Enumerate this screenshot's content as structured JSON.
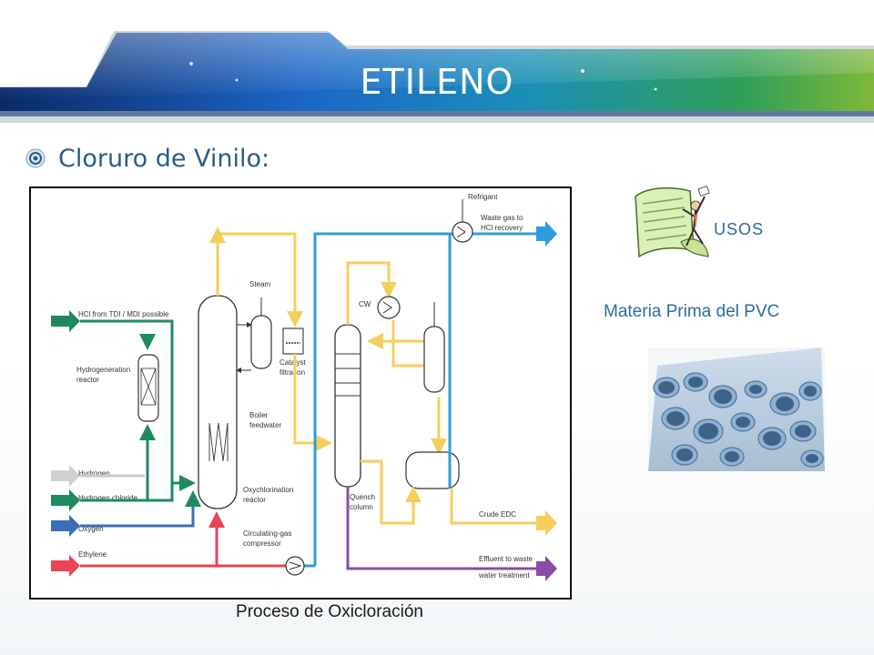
{
  "slide": {
    "title": "ETILENO",
    "bullet": "Cloruro de Vinilo:",
    "caption": "Proceso de Oxicloración",
    "usos_label": "USOS",
    "materia_label": "Materia Prima del PVC"
  },
  "diagram": {
    "inputs": {
      "hcl_tdi": "HCl from TDI / MDI possible",
      "hydrogen": "Hydrogen",
      "hydrogen_chloride": "Hydrogen chloride",
      "oxygen": "Oxygen",
      "ethylene": "Ethylene"
    },
    "units": {
      "hydrogeneration_1": "Hydrogeneration",
      "hydrogeneration_2": "reactor",
      "steam": "Steam",
      "catalyst_1": "Catalyst",
      "catalyst_2": "filtration",
      "boiler_1": "Boiler",
      "boiler_2": "feedwater",
      "oxy_1": "Oxychlorination",
      "oxy_2": "reactor",
      "circ_1": "Circulating-gas",
      "circ_2": "compressor",
      "quench_1": "Quench",
      "quench_2": "column",
      "cw": "CW"
    },
    "outputs": {
      "refrigant": "Refrigant",
      "waste_gas_1": "Waste gas to",
      "waste_gas_2": "HCl recovery",
      "crude_edc": "Crude EDC",
      "effluent_1": "Effluent to waste",
      "effluent_2": "water treatment"
    },
    "colors": {
      "green": "#1f8a5e",
      "yellow": "#f5cf5a",
      "blue": "#2f9be0",
      "red": "#e84456",
      "purple": "#8a4aa8",
      "gray": "#c8c8c8",
      "steel": "#3a6fb5"
    }
  },
  "colors": {
    "title_text": "#ffffff",
    "accent_text": "#2b6c9c",
    "banner_dark": "#0b2f6e",
    "banner_green": "#2f9e57"
  }
}
